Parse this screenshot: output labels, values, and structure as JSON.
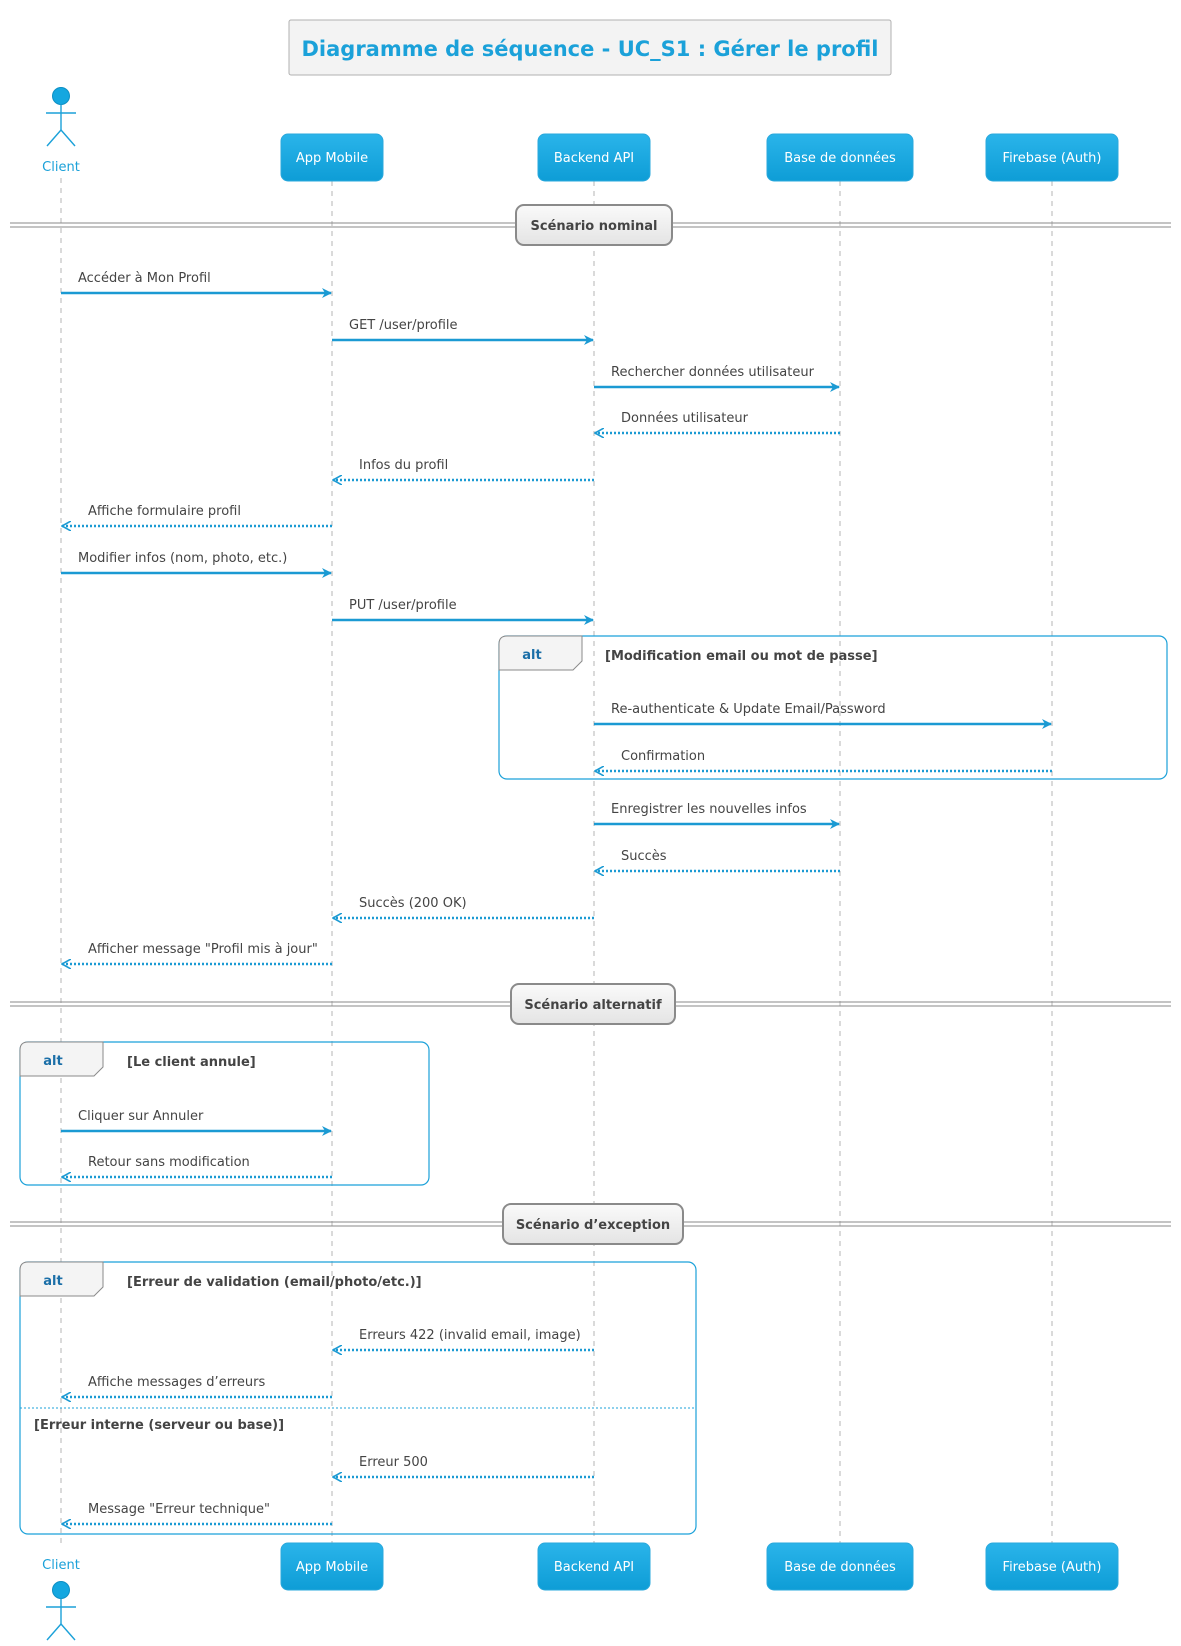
{
  "title": "Diagramme de séquence - UC_S1 : Gérer le profil",
  "colors": {
    "accent": "#1ba1d9",
    "participant_fill": "#14a7e0",
    "text": "#444444",
    "keyword": "#1b6fa8",
    "lifeline": "#b5b5b5"
  },
  "participants": [
    {
      "id": "client",
      "label": "Client",
      "kind": "actor"
    },
    {
      "id": "app",
      "label": "App Mobile",
      "kind": "box"
    },
    {
      "id": "api",
      "label": "Backend API",
      "kind": "box"
    },
    {
      "id": "db",
      "label": "Base de données",
      "kind": "box"
    },
    {
      "id": "fb",
      "label": "Firebase (Auth)",
      "kind": "box"
    }
  ],
  "sections": [
    {
      "label": "Scénario nominal"
    },
    {
      "label": "Scénario alternatif"
    },
    {
      "label": "Scénario d’exception"
    }
  ],
  "fragments": [
    {
      "keyword": "alt",
      "guard": "[Modification email ou mot de passe]"
    },
    {
      "keyword": "alt",
      "guard": "[Le client annule]"
    },
    {
      "keyword": "alt",
      "guard": "[Erreur de validation (email/photo/etc.)]",
      "else_guard": "[Erreur interne (serveur ou base)]"
    }
  ],
  "messages": [
    {
      "from": "client",
      "to": "app",
      "label": "Accéder à Mon Profil",
      "return": false
    },
    {
      "from": "app",
      "to": "api",
      "label": "GET /user/profile",
      "return": false
    },
    {
      "from": "api",
      "to": "db",
      "label": "Rechercher données utilisateur",
      "return": false
    },
    {
      "from": "db",
      "to": "api",
      "label": "Données utilisateur",
      "return": true
    },
    {
      "from": "api",
      "to": "app",
      "label": "Infos du profil",
      "return": true
    },
    {
      "from": "app",
      "to": "client",
      "label": "Affiche formulaire profil",
      "return": true
    },
    {
      "from": "client",
      "to": "app",
      "label": "Modifier infos (nom, photo, etc.)",
      "return": false
    },
    {
      "from": "app",
      "to": "api",
      "label": "PUT /user/profile",
      "return": false
    },
    {
      "from": "api",
      "to": "fb",
      "label": "Re-authenticate & Update Email/Password",
      "return": false
    },
    {
      "from": "fb",
      "to": "api",
      "label": "Confirmation",
      "return": true
    },
    {
      "from": "api",
      "to": "db",
      "label": "Enregistrer les nouvelles infos",
      "return": false
    },
    {
      "from": "db",
      "to": "api",
      "label": "Succès",
      "return": true
    },
    {
      "from": "api",
      "to": "app",
      "label": "Succès (200 OK)",
      "return": true
    },
    {
      "from": "app",
      "to": "client",
      "label": "Afficher message \"Profil mis à jour\"",
      "return": true
    },
    {
      "from": "client",
      "to": "app",
      "label": "Cliquer sur Annuler",
      "return": false
    },
    {
      "from": "app",
      "to": "client",
      "label": "Retour sans modification",
      "return": true
    },
    {
      "from": "api",
      "to": "app",
      "label": "Erreurs 422 (invalid email, image)",
      "return": true
    },
    {
      "from": "app",
      "to": "client",
      "label": "Affiche messages d’erreurs",
      "return": true
    },
    {
      "from": "api",
      "to": "app",
      "label": "Erreur 500",
      "return": true
    },
    {
      "from": "app",
      "to": "client",
      "label": "Message \"Erreur technique\"",
      "return": true
    }
  ]
}
